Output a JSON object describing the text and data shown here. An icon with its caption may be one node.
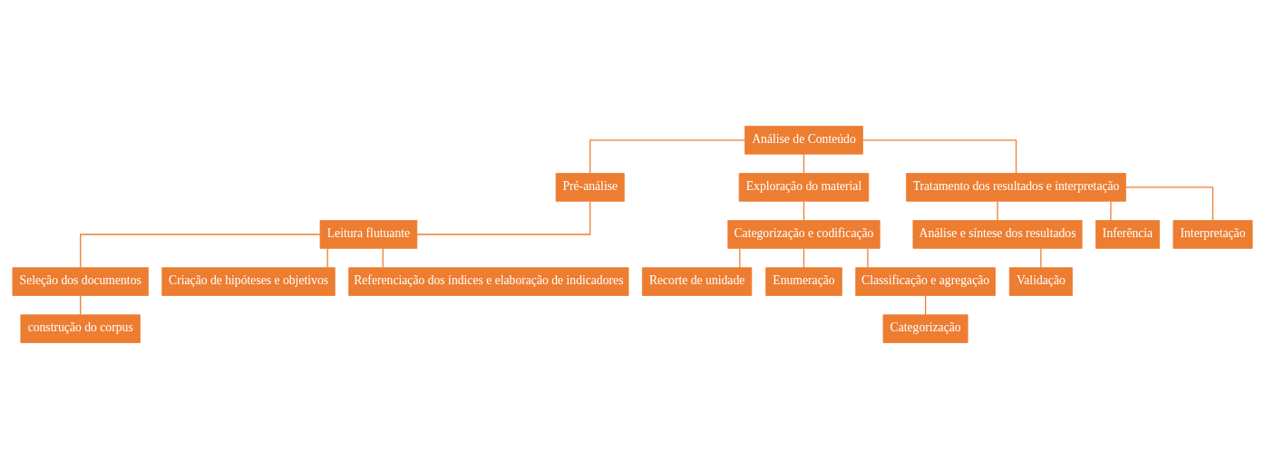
{
  "diagram": {
    "nodes": [
      {
        "text": [
          "Análise de Conteúdo"
        ]
      },
      {
        "text": [
          "Pré-análise"
        ]
      },
      {
        "text": [
          "Exploração do material"
        ]
      },
      {
        "text": [
          "Tratamento dos resultados e interpretação"
        ]
      },
      {
        "text": [
          "Leitura flutuante"
        ]
      },
      {
        "text": [
          "Seleção dos documentos"
        ]
      },
      {
        "text": [
          "Criação de hipóteses e objetivos"
        ]
      },
      {
        "text": [
          "Referenciação dos índices e elaboração de indicadores"
        ]
      },
      {
        "text": [
          "construção do corpus"
        ]
      },
      {
        "text": [
          "Categorização e codificação"
        ]
      },
      {
        "text": [
          "Recorte de unidade"
        ]
      },
      {
        "text": [
          "Enumeração"
        ]
      },
      {
        "text": [
          "Classificação e agregação"
        ]
      },
      {
        "text": [
          "Categorização"
        ]
      },
      {
        "text": [
          "Análise e síntese dos resultados"
        ]
      },
      {
        "text": [
          "Inferência"
        ]
      },
      {
        "text": [
          "Interpretação"
        ]
      },
      {
        "text": [
          "Validação"
        ]
      }
    ],
    "edges": [
      {
        "from": 0,
        "to": 1,
        "arrow": "none"
      },
      {
        "from": 0,
        "to": 2,
        "arrow": "none"
      },
      {
        "from": 0,
        "to": 3,
        "arrow": "none"
      },
      {
        "from": 1,
        "to": 4,
        "arrow": "none"
      },
      {
        "from": 4,
        "to": 5,
        "arrow": "none"
      },
      {
        "from": 4,
        "to": 6,
        "arrow": "none"
      },
      {
        "from": 4,
        "to": 7,
        "arrow": "none"
      },
      {
        "from": 5,
        "to": 8,
        "arrow": "none"
      },
      {
        "from": 2,
        "to": 9,
        "arrow": "none"
      },
      {
        "from": 9,
        "to": 10,
        "arrow": "none"
      },
      {
        "from": 9,
        "to": 11,
        "arrow": "none"
      },
      {
        "from": 9,
        "to": 12,
        "arrow": "none"
      },
      {
        "from": 12,
        "to": 13,
        "arrow": "none"
      },
      {
        "from": 3,
        "to": 14,
        "arrow": "none"
      },
      {
        "from": 3,
        "to": 15,
        "arrow": "none"
      },
      {
        "from": 3,
        "to": 16,
        "arrow": "none"
      },
      {
        "from": 14,
        "to": 17,
        "arrow": "none"
      }
    ]
  }
}
